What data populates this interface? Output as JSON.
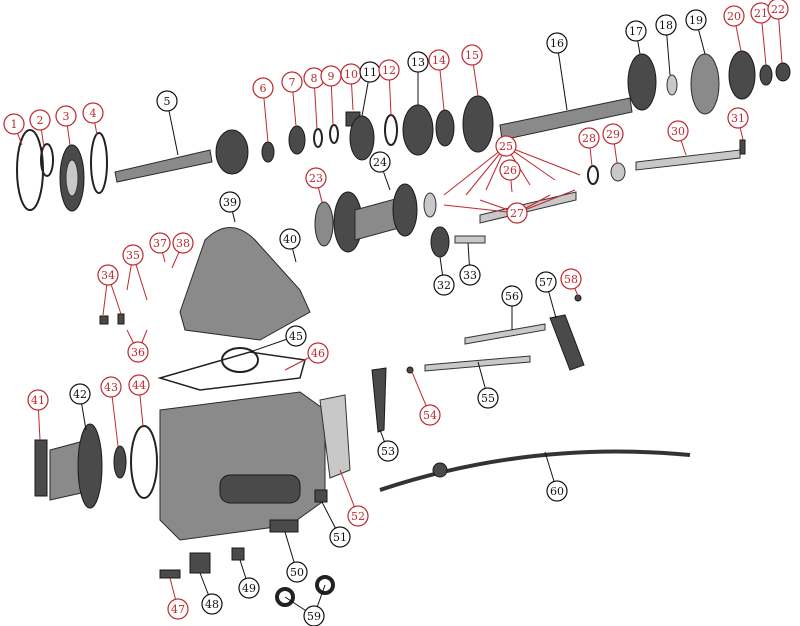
{
  "diagram": {
    "colors": {
      "red": "#c0282d",
      "black": "#111111"
    },
    "callouts": [
      {
        "n": "1",
        "c": "red"
      },
      {
        "n": "2",
        "c": "red"
      },
      {
        "n": "3",
        "c": "red"
      },
      {
        "n": "4",
        "c": "red"
      },
      {
        "n": "5",
        "c": "black"
      },
      {
        "n": "6",
        "c": "red"
      },
      {
        "n": "7",
        "c": "red"
      },
      {
        "n": "8",
        "c": "red"
      },
      {
        "n": "9",
        "c": "red"
      },
      {
        "n": "10",
        "c": "red"
      },
      {
        "n": "11",
        "c": "black"
      },
      {
        "n": "12",
        "c": "red"
      },
      {
        "n": "13",
        "c": "black"
      },
      {
        "n": "14",
        "c": "red"
      },
      {
        "n": "15",
        "c": "red"
      },
      {
        "n": "16",
        "c": "black"
      },
      {
        "n": "17",
        "c": "black"
      },
      {
        "n": "18",
        "c": "black"
      },
      {
        "n": "19",
        "c": "black"
      },
      {
        "n": "20",
        "c": "red"
      },
      {
        "n": "21",
        "c": "red"
      },
      {
        "n": "22",
        "c": "red"
      },
      {
        "n": "23",
        "c": "red"
      },
      {
        "n": "24",
        "c": "black"
      },
      {
        "n": "25",
        "c": "red"
      },
      {
        "n": "26",
        "c": "red"
      },
      {
        "n": "27",
        "c": "red"
      },
      {
        "n": "28",
        "c": "red"
      },
      {
        "n": "29",
        "c": "red"
      },
      {
        "n": "30",
        "c": "red"
      },
      {
        "n": "31",
        "c": "red"
      },
      {
        "n": "32",
        "c": "black"
      },
      {
        "n": "33",
        "c": "black"
      },
      {
        "n": "34",
        "c": "red"
      },
      {
        "n": "35",
        "c": "red"
      },
      {
        "n": "36",
        "c": "red"
      },
      {
        "n": "37",
        "c": "red"
      },
      {
        "n": "38",
        "c": "red"
      },
      {
        "n": "39",
        "c": "black"
      },
      {
        "n": "40",
        "c": "black"
      },
      {
        "n": "41",
        "c": "red"
      },
      {
        "n": "42",
        "c": "black"
      },
      {
        "n": "43",
        "c": "red"
      },
      {
        "n": "44",
        "c": "red"
      },
      {
        "n": "45",
        "c": "black"
      },
      {
        "n": "46",
        "c": "red"
      },
      {
        "n": "47",
        "c": "red"
      },
      {
        "n": "48",
        "c": "black"
      },
      {
        "n": "49",
        "c": "black"
      },
      {
        "n": "50",
        "c": "black"
      },
      {
        "n": "51",
        "c": "black"
      },
      {
        "n": "52",
        "c": "red"
      },
      {
        "n": "53",
        "c": "black"
      },
      {
        "n": "54",
        "c": "red"
      },
      {
        "n": "55",
        "c": "black"
      },
      {
        "n": "56",
        "c": "black"
      },
      {
        "n": "57",
        "c": "black"
      },
      {
        "n": "58",
        "c": "red"
      },
      {
        "n": "59",
        "c": "black"
      },
      {
        "n": "60",
        "c": "black"
      }
    ]
  }
}
